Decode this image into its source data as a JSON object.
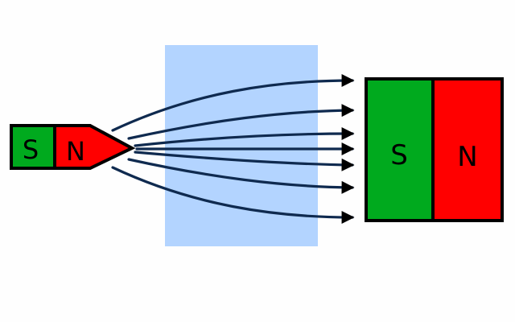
{
  "colors": {
    "background": "#fefefe",
    "south_pole": "#00aa1e",
    "north_pole": "#ff0000",
    "outline": "#000000",
    "field_line": "#0f2a4f",
    "glass_panel": "#b3d4ff"
  },
  "small_magnet": {
    "south_label": "S",
    "north_label": "N"
  },
  "large_magnet": {
    "south_label": "S",
    "north_label": "N"
  },
  "field_lines": {
    "count": 7,
    "arrow_icon": "arrowhead"
  }
}
